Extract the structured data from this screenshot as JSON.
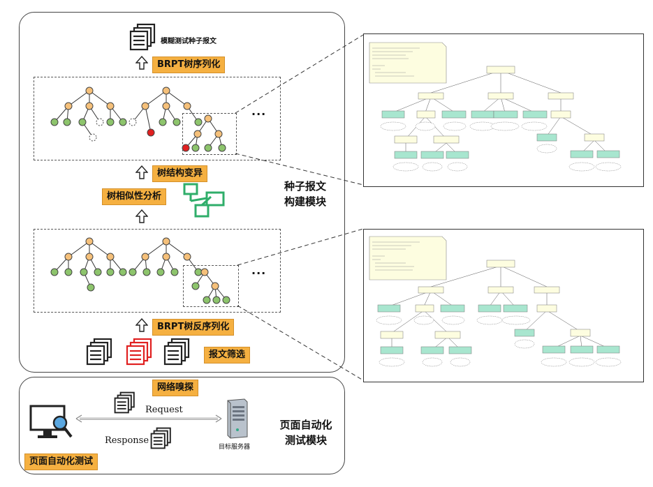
{
  "top_module": {
    "title_lines": [
      "种子报文",
      "构建模块"
    ],
    "fuzz_seed_label": "模糊测试种子报文",
    "serialize_label": "BRPT树序列化",
    "mutation_label": "树结构变异",
    "similarity_label": "树相似性分析",
    "deserialize_label": "BRPT树反序列化",
    "filter_label": "报文筛选",
    "ellipsis": "..."
  },
  "bottom_module": {
    "title_lines": [
      "页面自动化",
      "测试模块"
    ],
    "sniff_label": "网络嗅探",
    "request_label": "Request",
    "response_label": "Response",
    "server_label": "目标服务器",
    "auto_test_label": "页面自动化测试"
  },
  "colors": {
    "tag": "#f5b041",
    "node_orange": "#f5c07a",
    "node_green": "#8dc46c",
    "node_red": "#e02020",
    "mutation_icon": "#2fae6a",
    "tree_box": "#fdfde0",
    "leaf_box": "#a8e6cf"
  },
  "icons": {
    "documents": "document-stack-icon",
    "mutation": "tree-mutation-icon",
    "monitor": "monitor-search-icon",
    "server": "server-icon"
  }
}
